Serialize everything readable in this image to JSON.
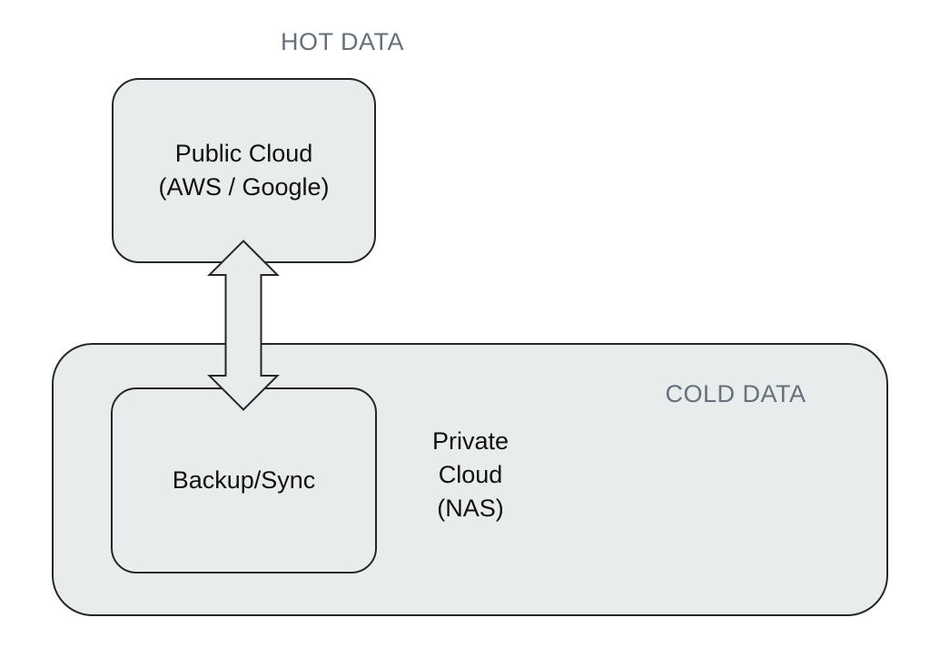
{
  "diagram": {
    "zones": {
      "hot_label": "HOT DATA",
      "cold_label": "COLD DATA"
    },
    "public_cloud": {
      "line1": "Public Cloud",
      "line2": "(AWS / Google)"
    },
    "backup": {
      "label": "Backup/Sync"
    },
    "private_cloud": {
      "line1": "Private",
      "line2": "Cloud",
      "line3": "(NAS)"
    },
    "colors": {
      "shape_fill": "#e8eced",
      "shape_border": "#262626",
      "zone_label": "#66707a",
      "text": "#111111",
      "background": "#ffffff"
    }
  }
}
